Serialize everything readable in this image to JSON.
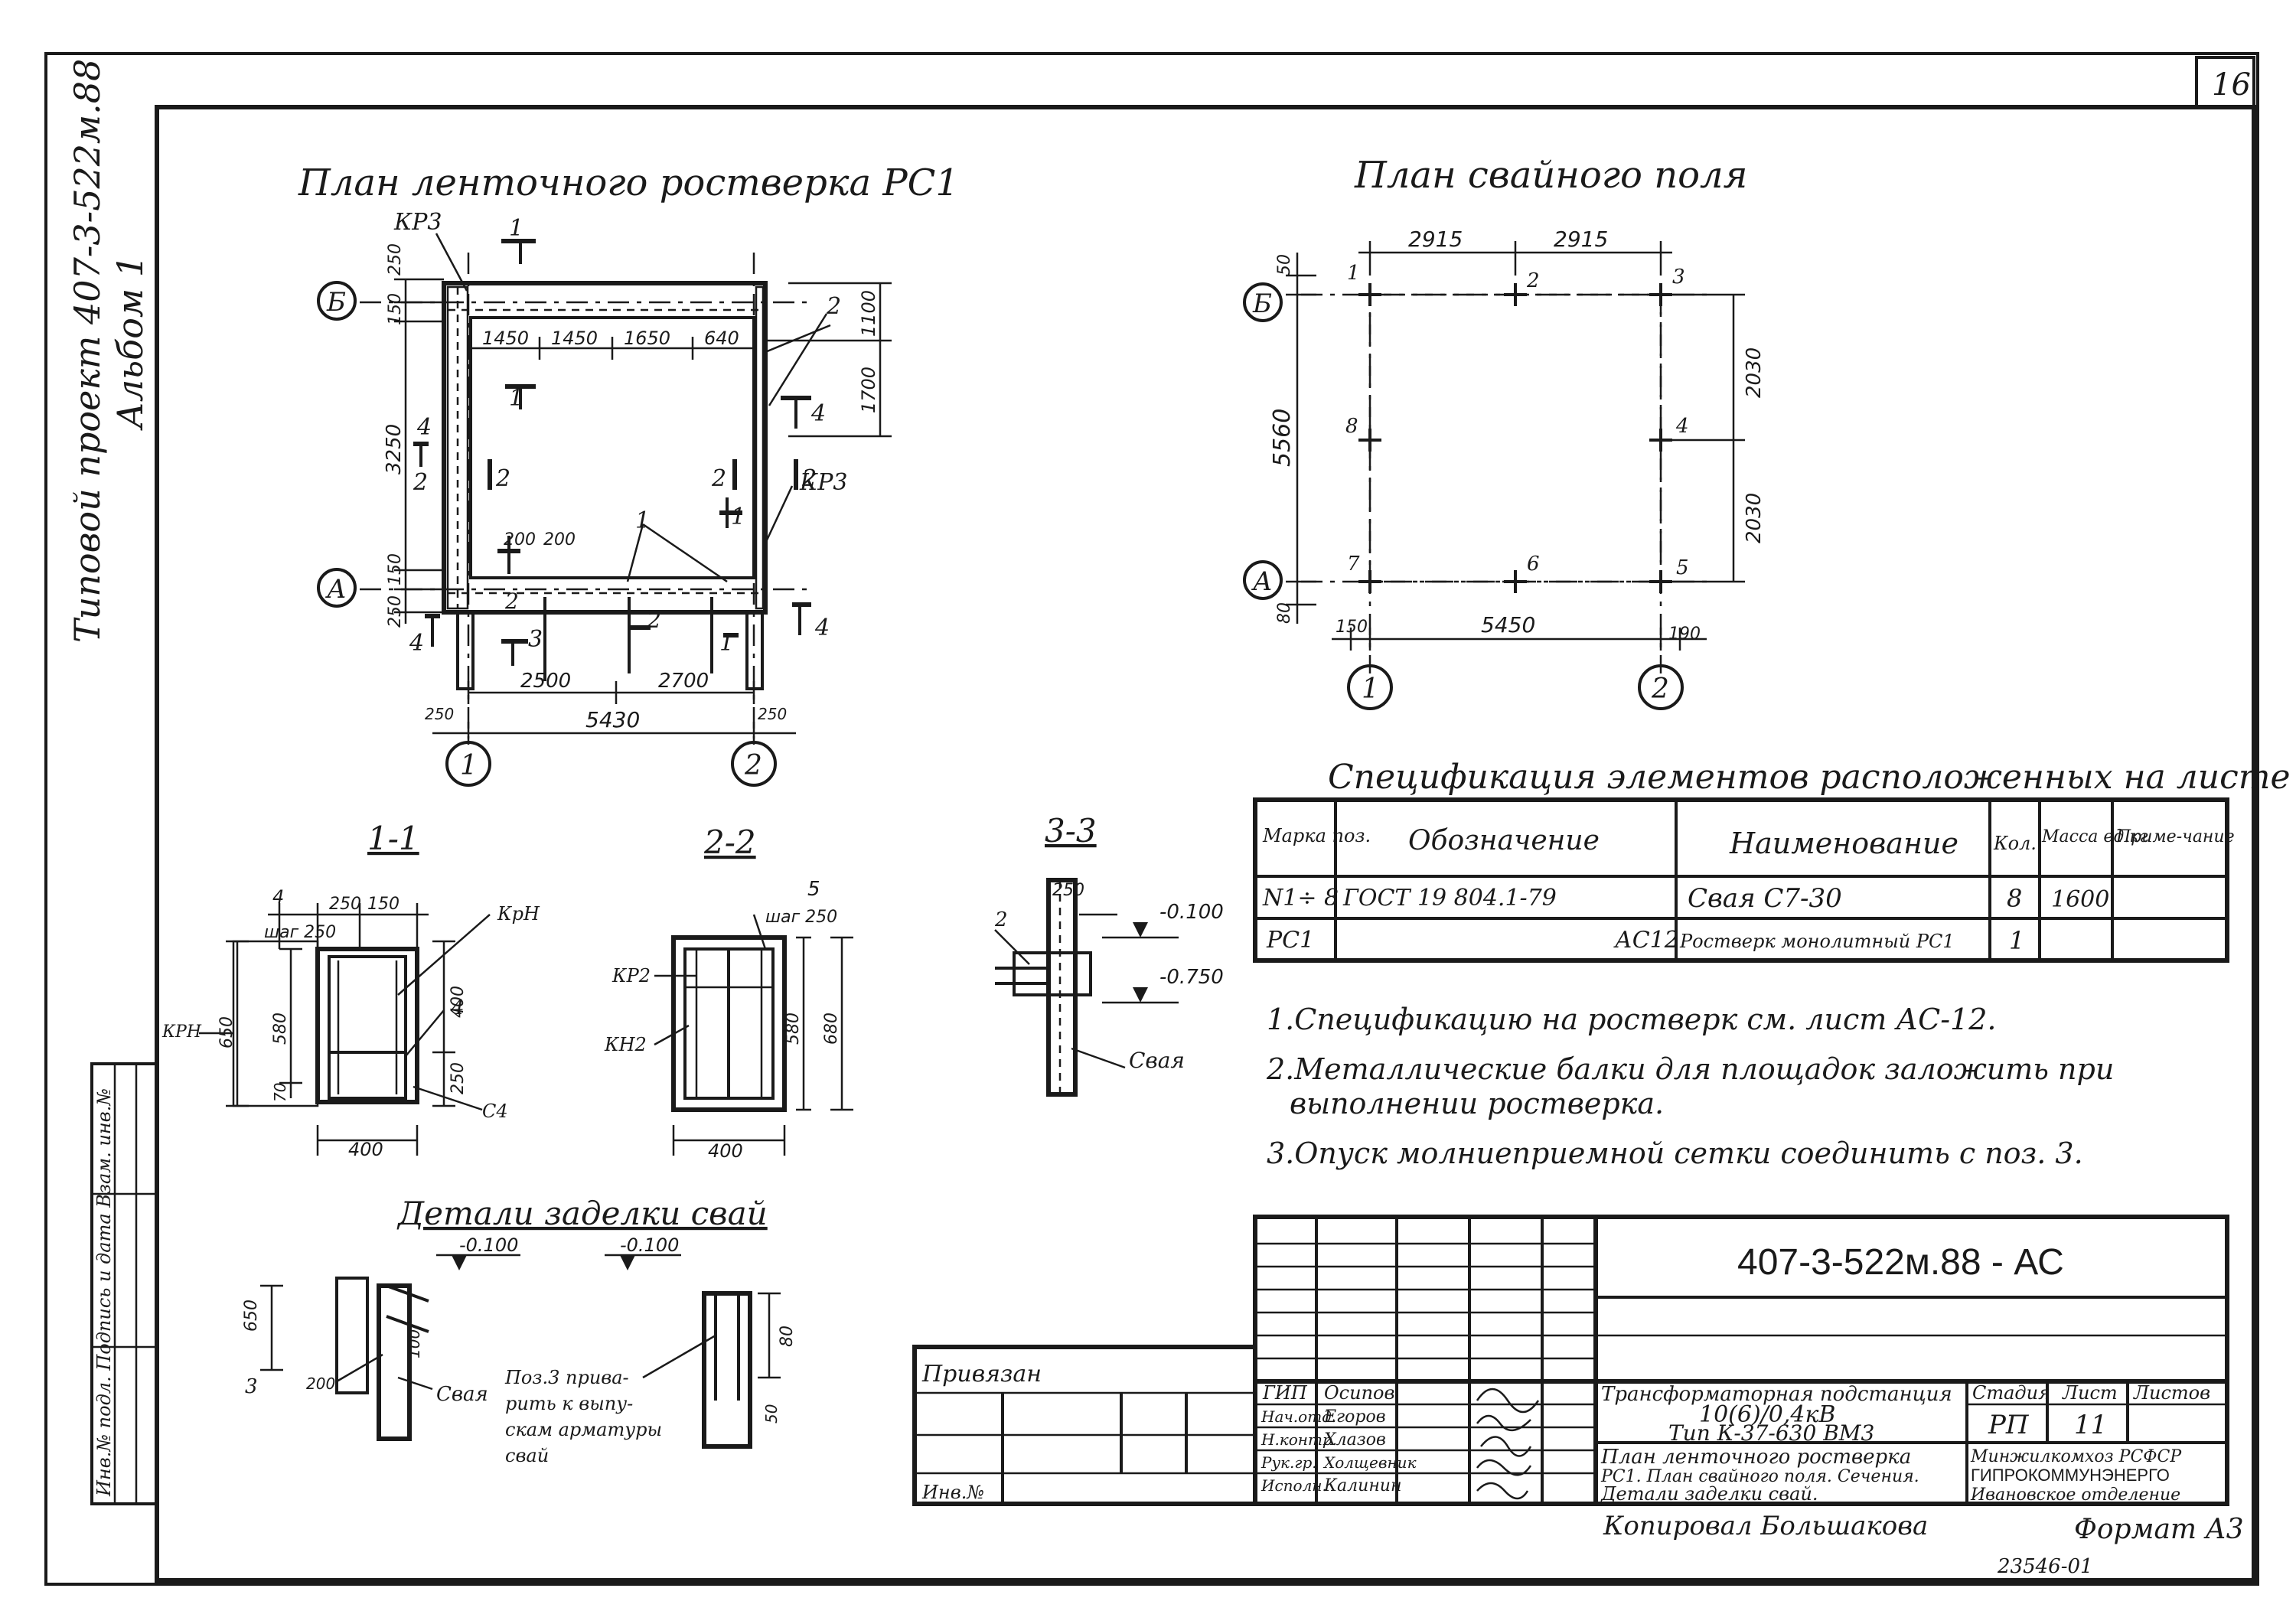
{
  "sheet": {
    "page_number": "16",
    "side_title_1": "Типовой  проект  407-3-522м.88",
    "side_title_2": "Альбом 1",
    "side_stamp": "Инв.№ подл.   Подпись и дата   Взам. инв.№",
    "copied": "Копировал  Большакова",
    "format": "Формат А3",
    "archive_no": "23546-01"
  },
  "plan_rc": {
    "title": "План ленточного ростверка РС1",
    "axis_b": "Б",
    "axis_a": "А",
    "axis_1": "1",
    "axis_2": "2",
    "kr3_top": "КР3",
    "kr3_right": "КР3",
    "dims_top": [
      "1450",
      "1450",
      "1650",
      "640"
    ],
    "dims_left": [
      "250",
      "150",
      "3250",
      "150",
      "250"
    ],
    "dims_right": [
      "1100",
      "1700"
    ],
    "dims_bottom": [
      "2500",
      "2700"
    ],
    "dim_total": "5430",
    "dims_small": [
      "200",
      "200"
    ],
    "dim_left_small": "250",
    "dim_right_small": "250",
    "cuts": [
      "1",
      "1",
      "1",
      "2",
      "2",
      "2",
      "2",
      "3",
      "2",
      "1",
      "4",
      "4",
      "4",
      "4",
      "1",
      "2",
      "2",
      "1"
    ]
  },
  "plan_piles": {
    "title": "План свайного поля",
    "axis_b": "Б",
    "axis_a": "А",
    "axis_1": "1",
    "axis_2": "2",
    "dims_top": [
      "2915",
      "2915"
    ],
    "dim_left": "5560",
    "dims_right": [
      "2030",
      "2030"
    ],
    "dim_bottom": "5450",
    "dim_bl": "150",
    "dim_br": "190",
    "dim_top_left": "50",
    "dim_bottom_left": "80",
    "piles": [
      "1",
      "2",
      "3",
      "4",
      "5",
      "6",
      "7",
      "8"
    ]
  },
  "sec11": {
    "title": "1-1",
    "labels": [
      "4",
      "250",
      "150",
      "КрН",
      "шаг 250",
      "КРН",
      "650",
      "580",
      "70",
      "400",
      "250",
      "400",
      "4",
      "С4"
    ]
  },
  "sec22": {
    "title": "2-2",
    "labels": [
      "5",
      "шаг 250",
      "КР2",
      "КН2",
      "580",
      "680",
      "400"
    ]
  },
  "sec33": {
    "title": "3-3",
    "labels": [
      "2",
      "250",
      "-0.100",
      "-0.750",
      "Свая"
    ]
  },
  "details": {
    "title": "Детали заделки свай",
    "labels": [
      "-0.100",
      "-0.100",
      "650",
      "3",
      "200",
      "100",
      "Свая",
      "50",
      "80",
      "Поз.3 прива-",
      "рить к выпу-",
      "скам арматуры",
      "свай"
    ]
  },
  "spec": {
    "title": "Спецификация элементов расположенных на листе",
    "headers": [
      "Марка поз.",
      "Обозначение",
      "Наименование",
      "Кол.",
      "Масса ед.кг",
      "Приме-чание"
    ],
    "rows": [
      [
        "N1÷ 8",
        "ГОСТ 19 804.1-79",
        "Свая С7-30",
        "8",
        "1600",
        ""
      ],
      [
        "РС1",
        "АС12",
        "Ростверк монолитный РС1",
        "1",
        "",
        ""
      ]
    ]
  },
  "notes": [
    "1.Спецификацию на ростверк см. лист АС-12.",
    "2.Металлические балки для площадок заложить при",
    "выполнении ростверка.",
    "3.Опуск молниеприемной сетки соединить с поз. 3."
  ],
  "stamp": {
    "doc_code": "407-3-522м.88 - АС",
    "privyazan": "Привязан",
    "inv": "Инв.№",
    "roles": [
      "ГИП",
      "Нач.отд.",
      "Н.контр.",
      "Рук.гр.",
      "Исполн."
    ],
    "names": [
      "Осипов",
      "Егоров",
      "Хлазов",
      "Холщевник",
      "Калинин"
    ],
    "object": [
      "Трансформаторная подстанция",
      "10(6)/0,4кВ",
      "Тип К-37-630 ВМ3"
    ],
    "sheet_title": [
      "План ленточного ростверка",
      "РС1. План свайного поля. Сечения.",
      "Детали заделки свай."
    ],
    "stage_h": "Стадия",
    "sheet_h": "Лист",
    "sheets_h": "Листов",
    "stage": "РП",
    "sheet_no": "11",
    "org": [
      "Минжилкомхоз РСФСР",
      "ГИПРОКОММУНЭНЕРГО",
      "Ивановское отделение"
    ]
  }
}
